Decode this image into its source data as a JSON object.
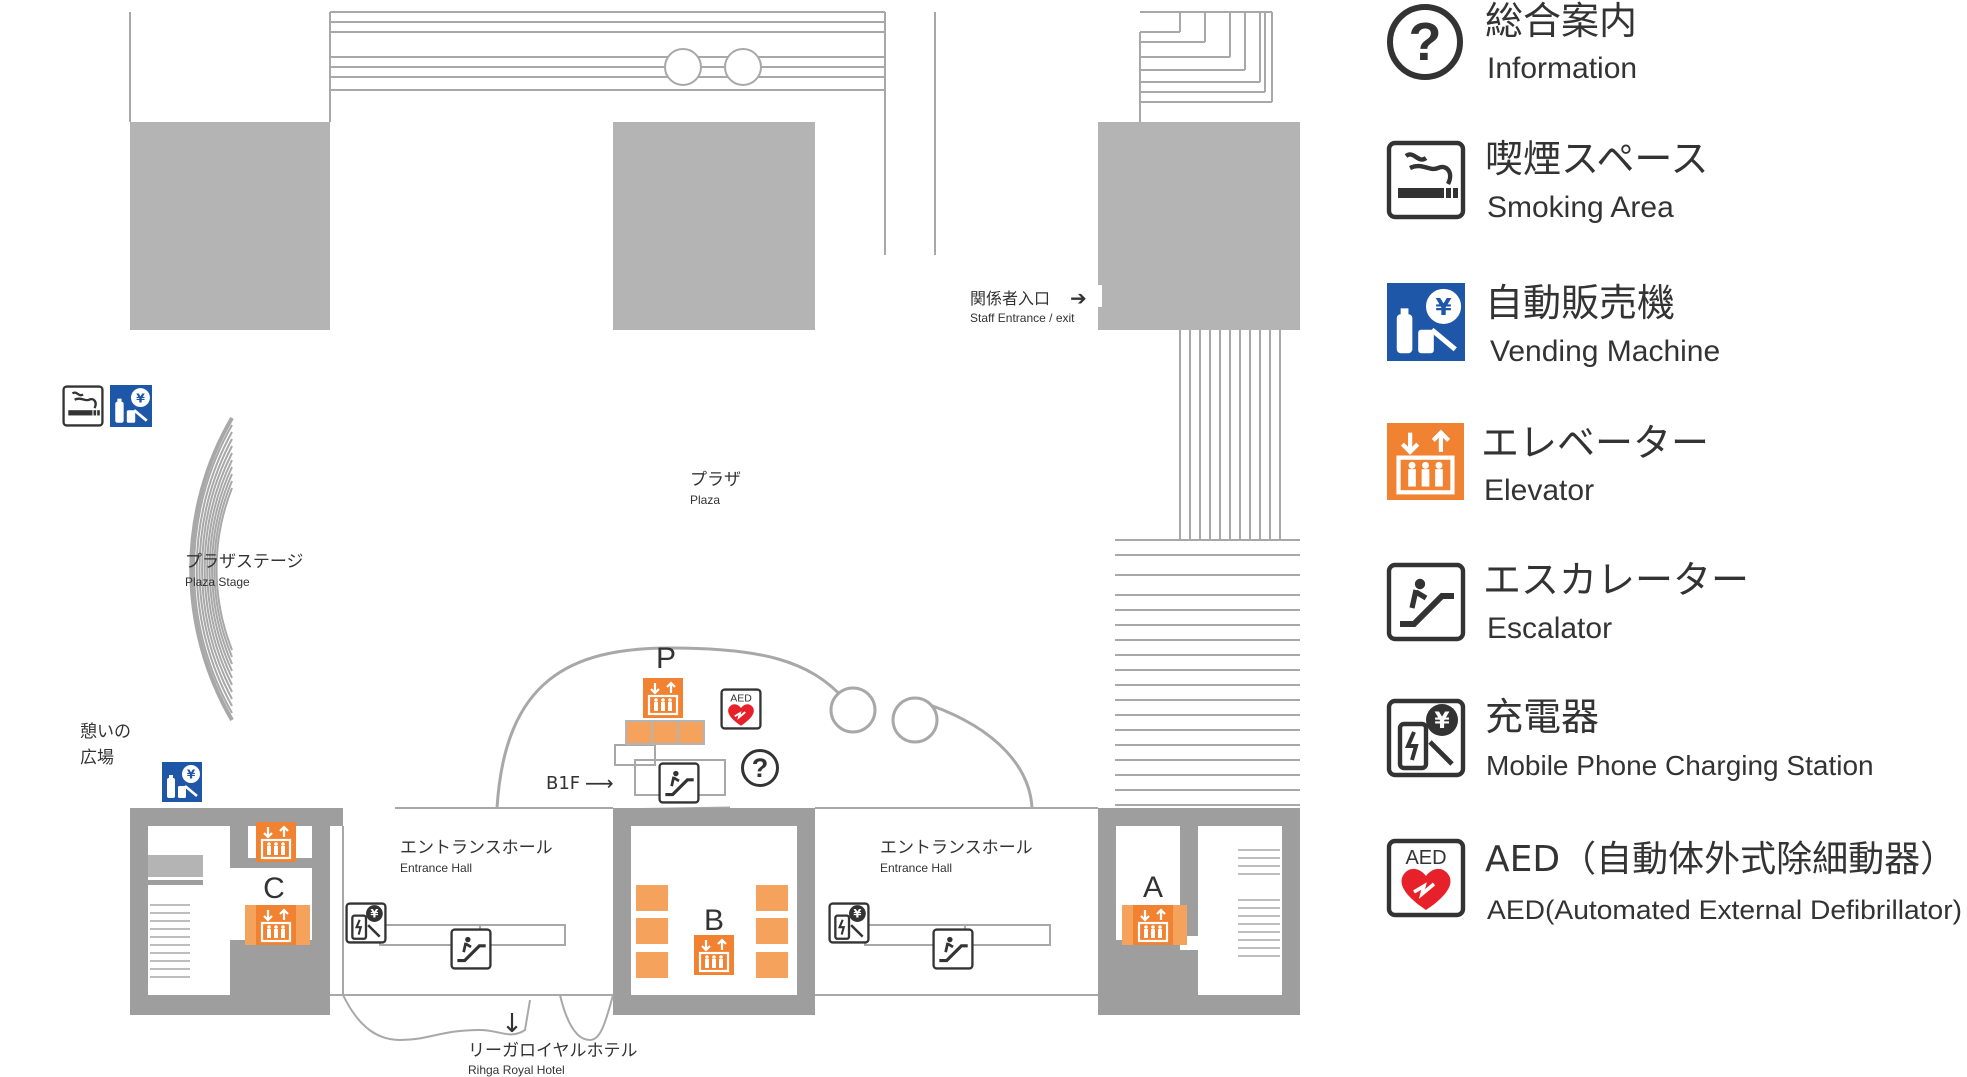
{
  "colors": {
    "wall": "#9e9e9e",
    "block": "#b4b4b4",
    "elevator": "#f08232",
    "elevator_light": "#f5a35c",
    "vending": "#1e56a8",
    "aed_red": "#e6212a",
    "line": "#a8a8a8",
    "text": "#333333"
  },
  "legend": [
    {
      "icon": "information-icon",
      "jp": "総合案内",
      "en": "Information"
    },
    {
      "icon": "smoking-area-icon",
      "jp": "喫煙スペース",
      "en": "Smoking Area"
    },
    {
      "icon": "vending-machine-icon",
      "jp": "自動販売機",
      "en": "Vending Machine"
    },
    {
      "icon": "elevator-icon",
      "jp": "エレベーター",
      "en": "Elevator"
    },
    {
      "icon": "escalator-icon",
      "jp": "エスカレーター",
      "en": "Escalator"
    },
    {
      "icon": "charging-station-icon",
      "jp": "充電器",
      "en": "Mobile Phone Charging Station"
    },
    {
      "icon": "aed-icon",
      "jp": "AED（自動体外式除細動器）",
      "en": "AED(Automated External Defibrillator)"
    }
  ],
  "areas": {
    "plaza": {
      "jp": "プラザ",
      "en": "Plaza"
    },
    "plaza_stage": {
      "jp": "プラザステージ",
      "en": "Plaza Stage"
    },
    "rest_area": {
      "jp1": "憩いの",
      "jp2": "広場"
    },
    "entrance_hall_left": {
      "jp": "エントランスホール",
      "en": "Entrance Hall"
    },
    "entrance_hall_right": {
      "jp": "エントランスホール",
      "en": "Entrance Hall"
    },
    "staff_entrance": {
      "jp": "関係者入口",
      "en": "Staff Entrance / exit"
    },
    "rihga_royal": {
      "jp": "リーガロイヤルホテル",
      "en": "Rihga Royal Hotel"
    },
    "b1f": "B1F"
  },
  "elevator_labels": {
    "p": "P",
    "a": "A",
    "b": "B",
    "c": "C"
  },
  "aed_text": "AED"
}
